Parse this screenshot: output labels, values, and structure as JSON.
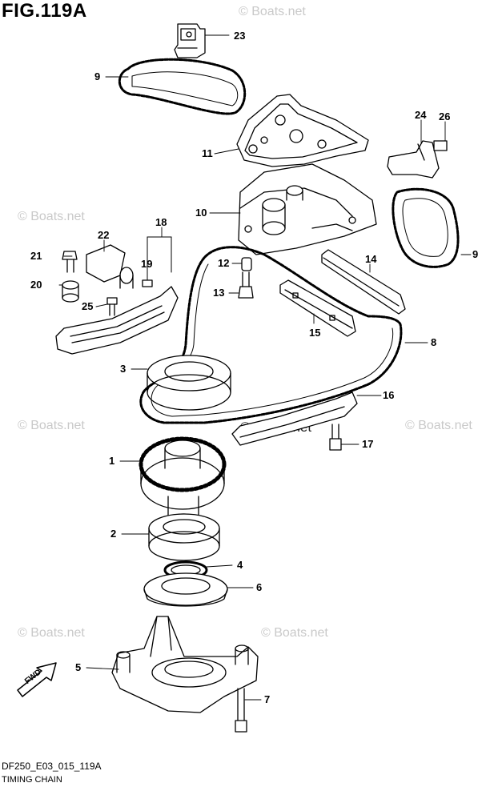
{
  "figure": {
    "title": "FIG.119A",
    "code": "DF250_E03_015_119A",
    "caption": "TIMING CHAIN"
  },
  "watermark": "© Boats.net",
  "callouts": [
    "23",
    "9",
    "11",
    "24",
    "26",
    "10",
    "18",
    "22",
    "21",
    "19",
    "12",
    "14",
    "20",
    "9",
    "25",
    "13",
    "15",
    "8",
    "3",
    "16",
    "17",
    "1",
    "2",
    "4",
    "6",
    "5",
    "7"
  ],
  "fwd_label": "FWD",
  "colors": {
    "line": "#000000",
    "background": "#ffffff",
    "watermark": "#c9c9c9"
  }
}
